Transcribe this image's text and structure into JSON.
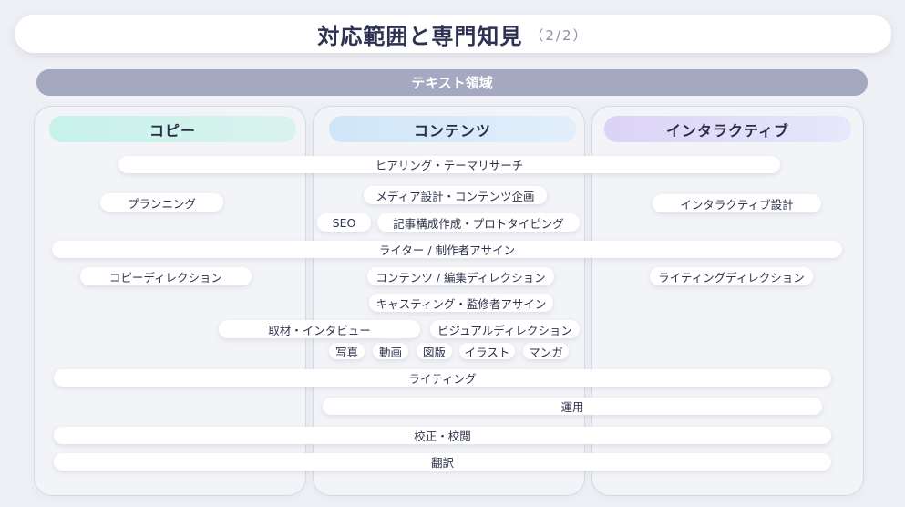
{
  "title": {
    "main": "対応範囲と専門知見",
    "page": "（2/2）"
  },
  "banner": "テキスト領域",
  "columns": [
    {
      "heading": "コピー"
    },
    {
      "heading": "コンテンツ"
    },
    {
      "heading": "インタラクティブ"
    }
  ],
  "items": {
    "hearing_theme_research": "ヒアリング・テーマリサーチ",
    "planning": "プランニング",
    "media_content_planning": "メディア設計・コンテンツ企画",
    "seo": "SEO",
    "article_structure_prototyping": "記事構成作成・プロトタイピング",
    "interactive_design": "インタラクティブ設計",
    "writer_creator_assign": "ライター / 制作者アサイン",
    "copy_direction": "コピーディレクション",
    "content_edit_direction": "コンテンツ / 編集ディレクション",
    "writing_direction": "ライティングディレクション",
    "casting_supervisor_assign": "キャスティング・監修者アサイン",
    "interview_coverage": "取材・インタビュー",
    "visual_direction": "ビジュアルディレクション",
    "photo": "写真",
    "video": "動画",
    "diagram": "図版",
    "illustration": "イラスト",
    "manga": "マンガ",
    "writing": "ライティング",
    "operation": "運用",
    "proofreading": "校正・校閲",
    "translation": "翻訳"
  }
}
